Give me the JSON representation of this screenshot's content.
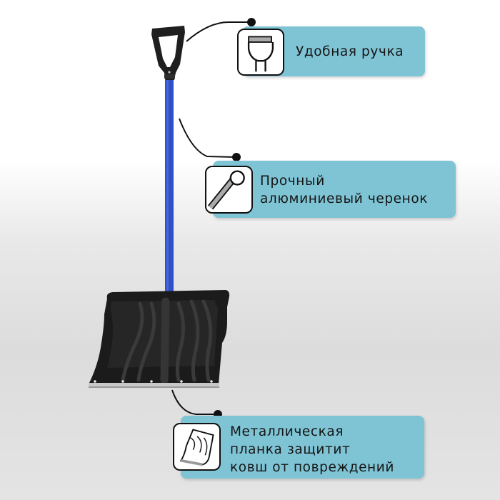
{
  "product": {
    "name": "snow-shovel",
    "colors": {
      "shaft": "#2f50c8",
      "blade": "#1c1c1c",
      "handle": "#222222",
      "edge_strip": "#c8c8c8"
    }
  },
  "callouts": [
    {
      "icon": "handle-icon",
      "lines": [
        "Удобная ручка"
      ]
    },
    {
      "icon": "shaft-icon",
      "lines": [
        "Прочный",
        "алюминиевый черенок"
      ]
    },
    {
      "icon": "metal-edge-icon",
      "lines": [
        "Металлическая",
        "планка защитит",
        "ковш от повреждений"
      ]
    }
  ],
  "theme": {
    "callout_bg": "#7fc4d5",
    "connector": "#111111"
  }
}
